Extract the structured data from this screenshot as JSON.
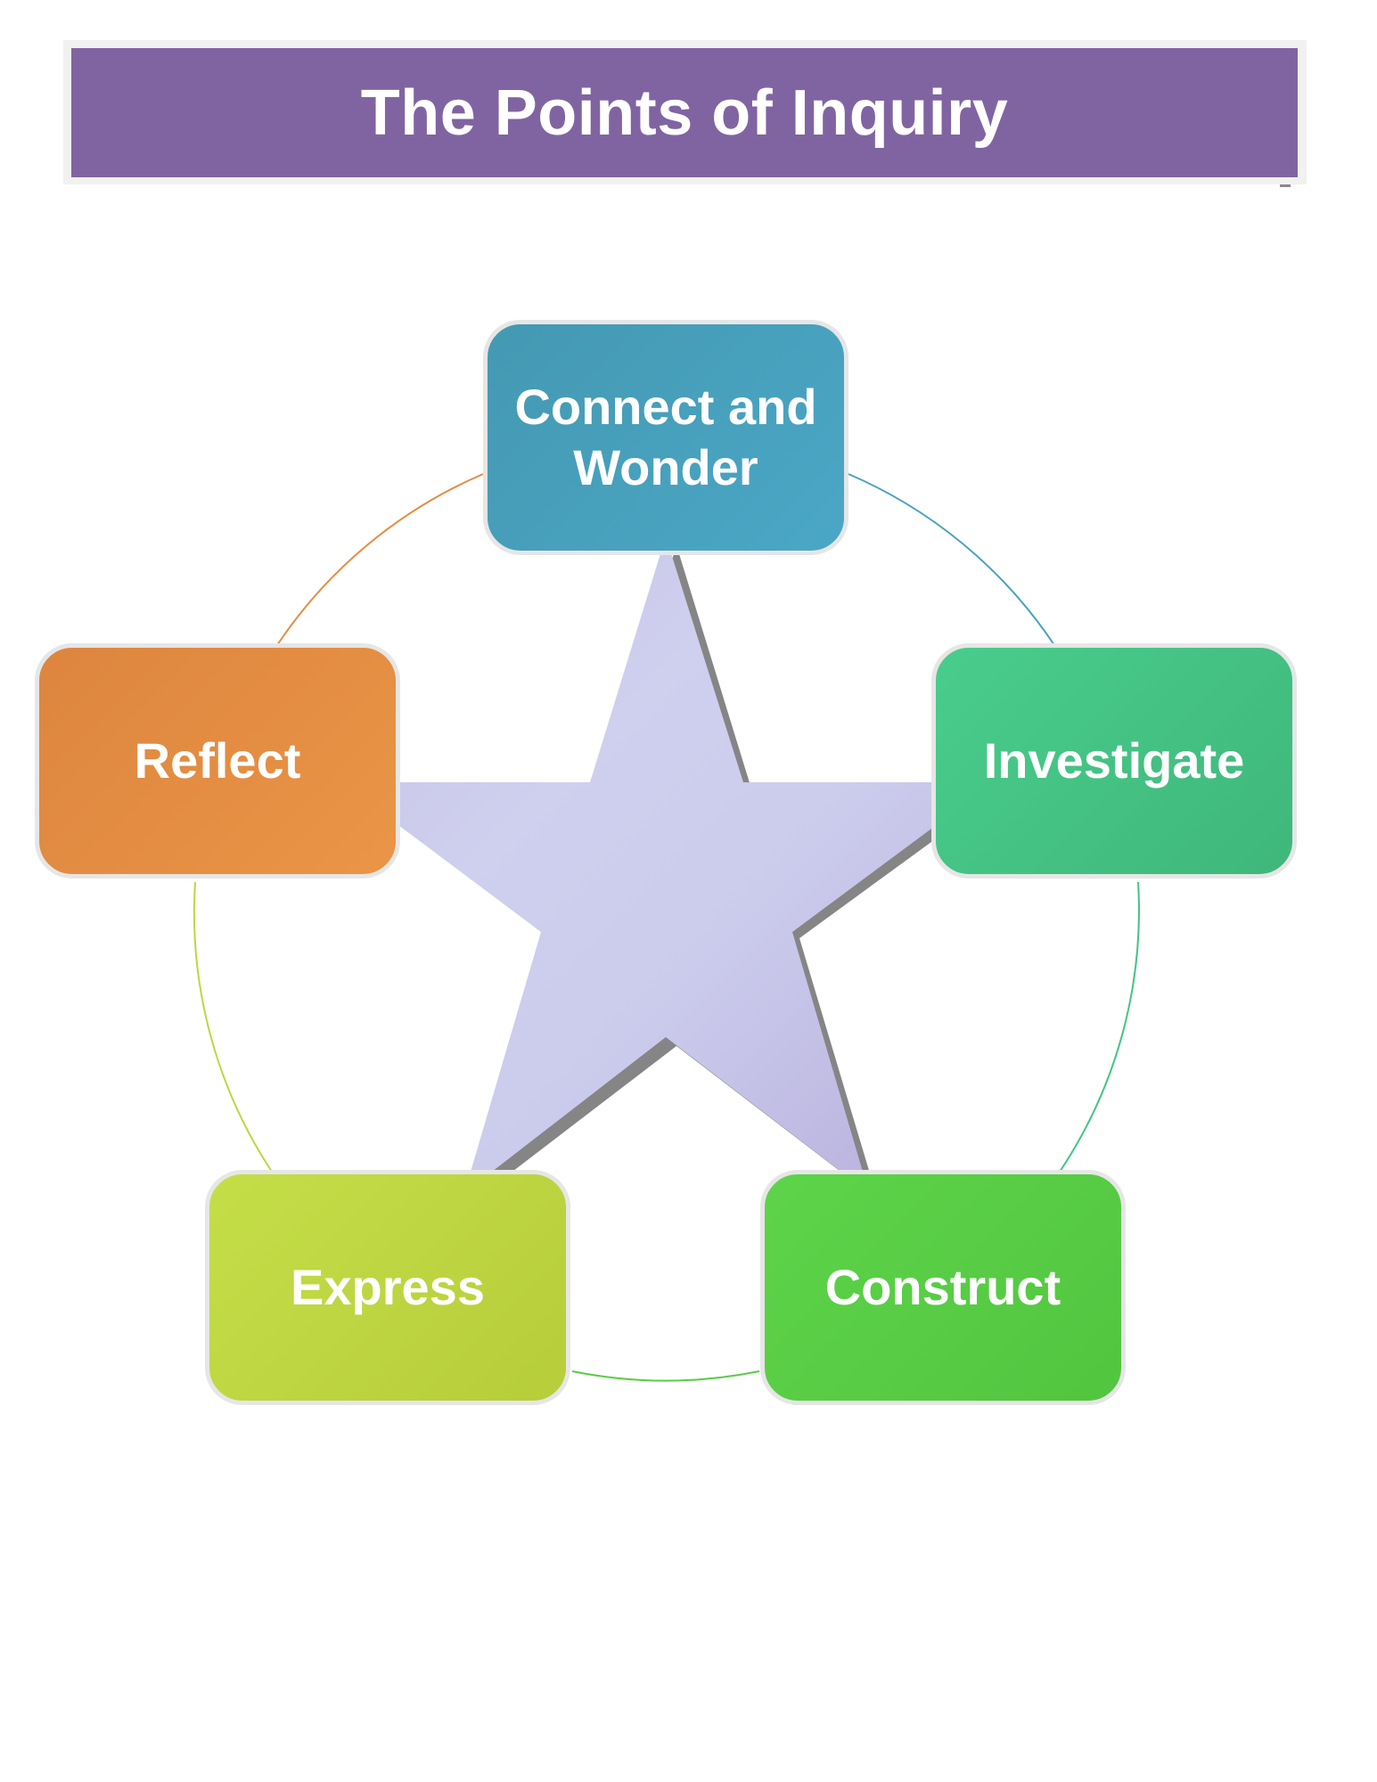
{
  "title": "The Points of Inquiry",
  "nodes": [
    {
      "label": "Connect and Wonder",
      "color": "#4aa3bf"
    },
    {
      "label": "Investigate",
      "color": "#44c485"
    },
    {
      "label": "Construct",
      "color": "#58cc45"
    },
    {
      "label": "Express",
      "color": "#bed641"
    },
    {
      "label": "Reflect",
      "color": "#e58c43"
    }
  ],
  "connector_colors": [
    "#4aa3bf",
    "#44c485",
    "#58cc45",
    "#bed641",
    "#e58c43"
  ],
  "star": {
    "fill": "#cdcdec",
    "shadow": "#858585"
  },
  "title_color": "#8064a2"
}
